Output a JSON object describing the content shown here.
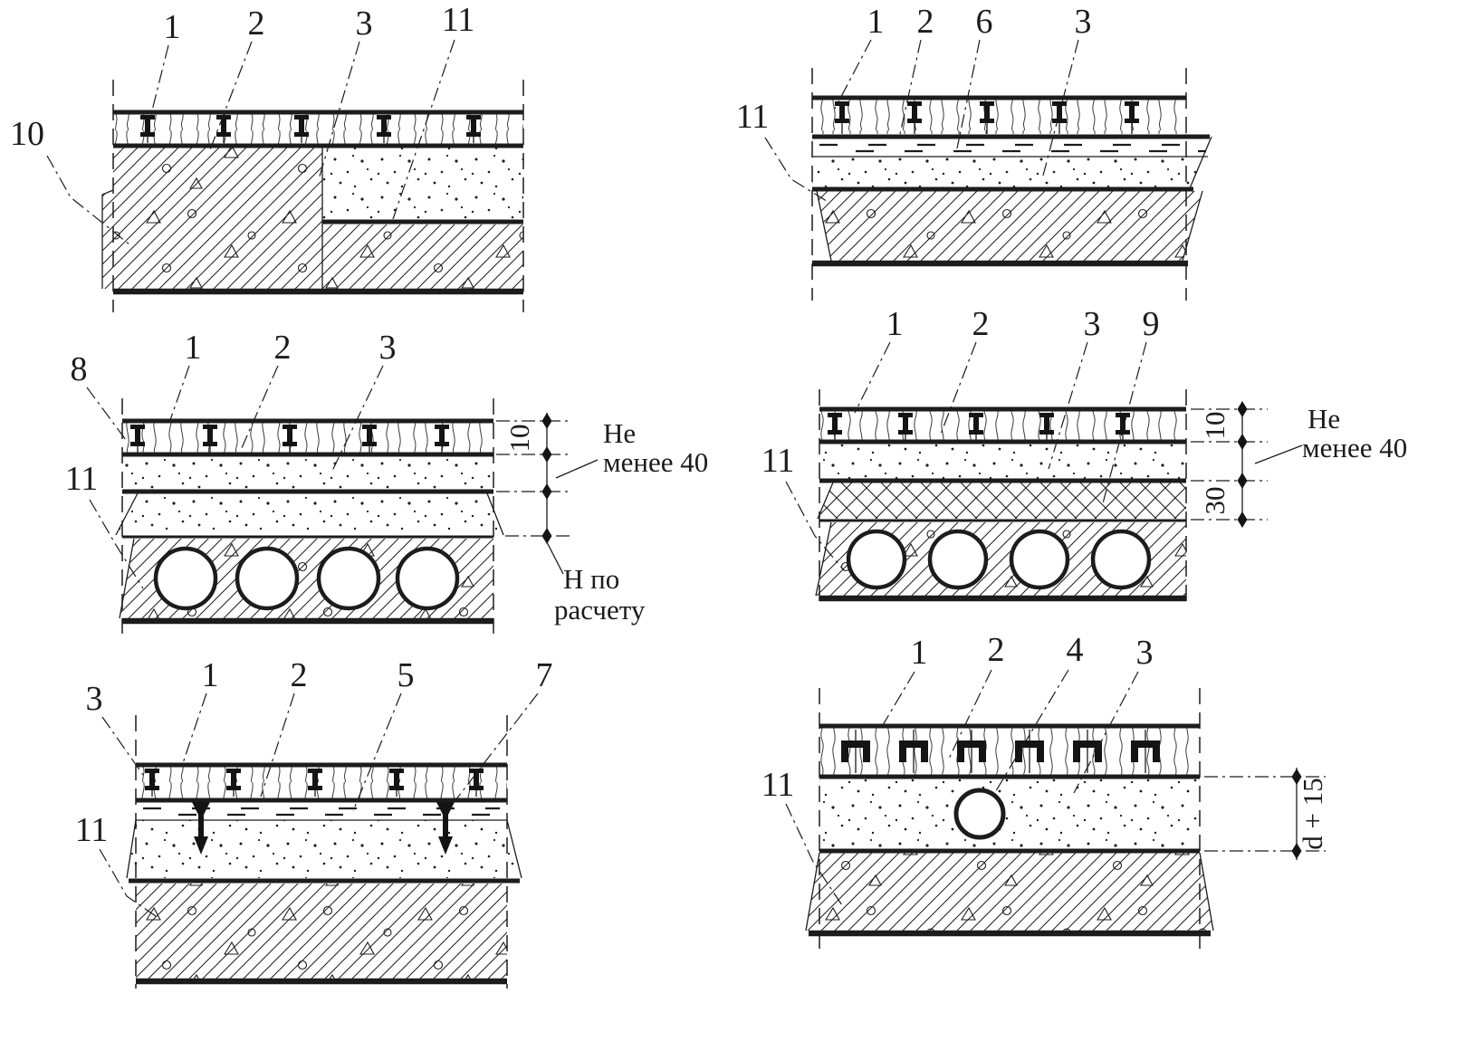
{
  "ink_color": "#1c1c1c",
  "background": "#ffffff",
  "panels": {
    "top_left": {
      "callout_1": "1",
      "callout_2": "2",
      "callout_3": "3",
      "callout_11": "11",
      "callout_10": "10"
    },
    "top_right": {
      "callout_1": "1",
      "callout_2": "2",
      "callout_6": "6",
      "callout_3": "3",
      "callout_11": "11"
    },
    "middle_left": {
      "callout_8": "8",
      "callout_1": "1",
      "callout_2": "2",
      "callout_3": "3",
      "callout_11": "11"
    },
    "middle_right": {
      "callout_1": "1",
      "callout_2": "2",
      "callout_3": "3",
      "callout_9": "9",
      "callout_11": "11"
    },
    "bottom_left": {
      "callout_3": "3",
      "callout_1": "1",
      "callout_2": "2",
      "callout_5": "5",
      "callout_7": "7",
      "callout_11": "11"
    },
    "bottom_right": {
      "callout_1": "1",
      "callout_2": "2",
      "callout_4": "4",
      "callout_3": "3",
      "callout_11": "11"
    }
  },
  "dimensions": {
    "dim_10": "10",
    "dim_30": "30",
    "dim_d_plus_15": "d + 15",
    "not_less_line1": "Не",
    "not_less_line2": "менее 40",
    "h_calc_line1": "Н по",
    "h_calc_line2": "расчету"
  }
}
